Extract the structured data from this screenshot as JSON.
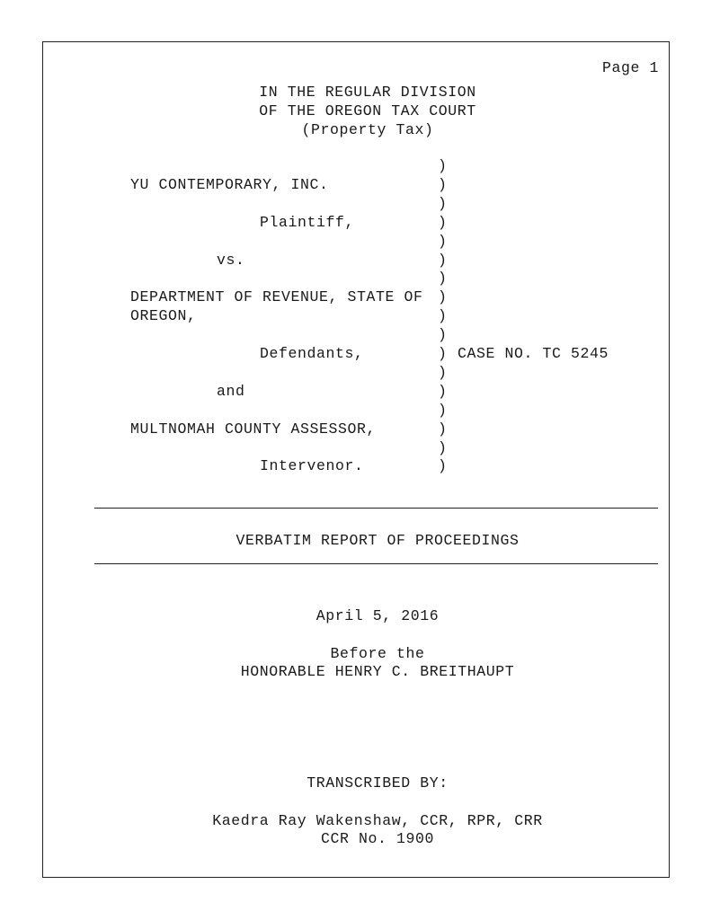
{
  "page_label": "Page 1",
  "court": {
    "line1": "IN THE REGULAR DIVISION",
    "line2": "OF THE OREGON TAX COURT",
    "line3": "(Property Tax)"
  },
  "caption": {
    "paren": ")",
    "rows": [
      {
        "text": "",
        "indent": 0
      },
      {
        "text": "YU CONTEMPORARY, INC.",
        "indent": 0
      },
      {
        "text": "",
        "indent": 0
      },
      {
        "text": "Plaintiff,",
        "indent": 2
      },
      {
        "text": "",
        "indent": 0
      },
      {
        "text": "vs.",
        "indent": 1
      },
      {
        "text": "",
        "indent": 0
      },
      {
        "text": "DEPARTMENT OF REVENUE, STATE OF",
        "indent": 0
      },
      {
        "text": "OREGON,",
        "indent": 0
      },
      {
        "text": "",
        "indent": 0
      },
      {
        "text": "Defendants,",
        "indent": 2,
        "right": "CASE NO. TC 5245"
      },
      {
        "text": "",
        "indent": 0
      },
      {
        "text": "and",
        "indent": 1
      },
      {
        "text": "",
        "indent": 0
      },
      {
        "text": "MULTNOMAH COUNTY ASSESSOR,",
        "indent": 0
      },
      {
        "text": "",
        "indent": 0
      },
      {
        "text": "Intervenor.",
        "indent": 2
      }
    ]
  },
  "report_title": "VERBATIM REPORT OF PROCEEDINGS",
  "date": "April 5, 2016",
  "before": {
    "line1": "Before the",
    "line2": "HONORABLE HENRY C. BREITHAUPT"
  },
  "transcribed": {
    "label": "TRANSCRIBED BY:",
    "name": "Kaedra Ray Wakenshaw, CCR, RPR, CRR",
    "ccr": "CCR No. 1900"
  }
}
